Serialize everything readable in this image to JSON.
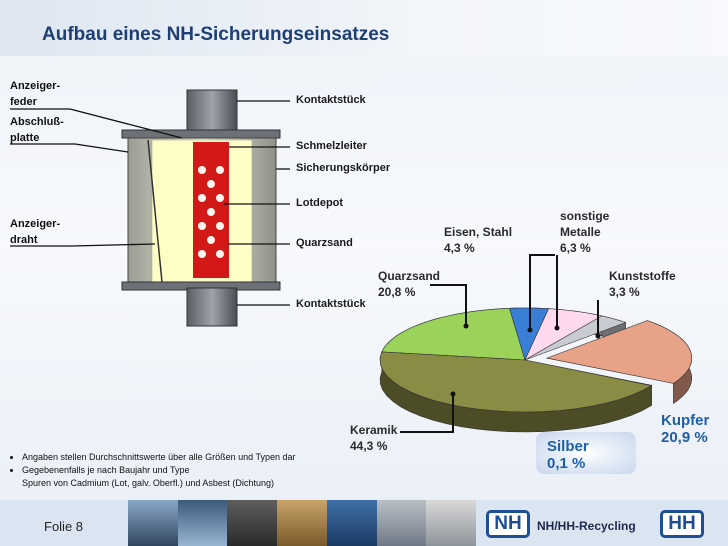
{
  "title": "Aufbau eines NH-Sicherungseinsatzes",
  "left_labels": {
    "anzeiger_feder": "Anzeiger-\nfeder",
    "abschluss_platte": "Abschluß-\nplatte",
    "anzeiger_draht": "Anzeiger-\ndraht"
  },
  "right_labels": {
    "kontaktstueck_top": "Kontaktstück",
    "schmelzleiter": "Schmelzleiter",
    "sicherungskoerper": "Sicherungskörper",
    "lotdepot": "Lotdepot",
    "quarzsand": "Quarzsand",
    "kontaktstueck_bottom": "Kontaktstück"
  },
  "chart_data": {
    "type": "pie",
    "slices": [
      {
        "label": "Keramik",
        "value": 44.3,
        "display": "Keramik\n44,3 %",
        "color": "#8a8b45"
      },
      {
        "label": "Quarzsand",
        "value": 20.8,
        "display": "Quarzsand\n20,8 %",
        "color": "#9ad25a"
      },
      {
        "label": "Eisen, Stahl",
        "value": 4.3,
        "display": "Eisen, Stahl\n4,3 %",
        "color": "#3a7fd6"
      },
      {
        "label": "sonstige Metalle",
        "value": 6.3,
        "display": "sonstige\nMetalle\n6,3 %",
        "color": "#ffd9f0"
      },
      {
        "label": "Kunststoffe",
        "value": 3.3,
        "display": "Kunststoffe\n3,3 %",
        "color": "#c8ccd2"
      },
      {
        "label": "Kupfer",
        "value": 20.9,
        "display": "Kupfer\n20,9 %",
        "color": "#e8a288",
        "exploded": true
      },
      {
        "label": "Silber",
        "value": 0.1,
        "display": "Silber\n0,1 %",
        "color": "#d0d0d0"
      }
    ]
  },
  "notes": [
    "Angaben stellen Durchschnittswerte über alle Größen und Typen dar",
    "Gegebenenfalls je nach Baujahr und Type",
    "Spuren von Cadmium (Lot, galv. Oberfl.) und Asbest (Dichtung)"
  ],
  "footer": {
    "folie": "Folie 8",
    "brand": "NH/HH-Recycling",
    "logo_left": "NH",
    "logo_right": "HH"
  }
}
